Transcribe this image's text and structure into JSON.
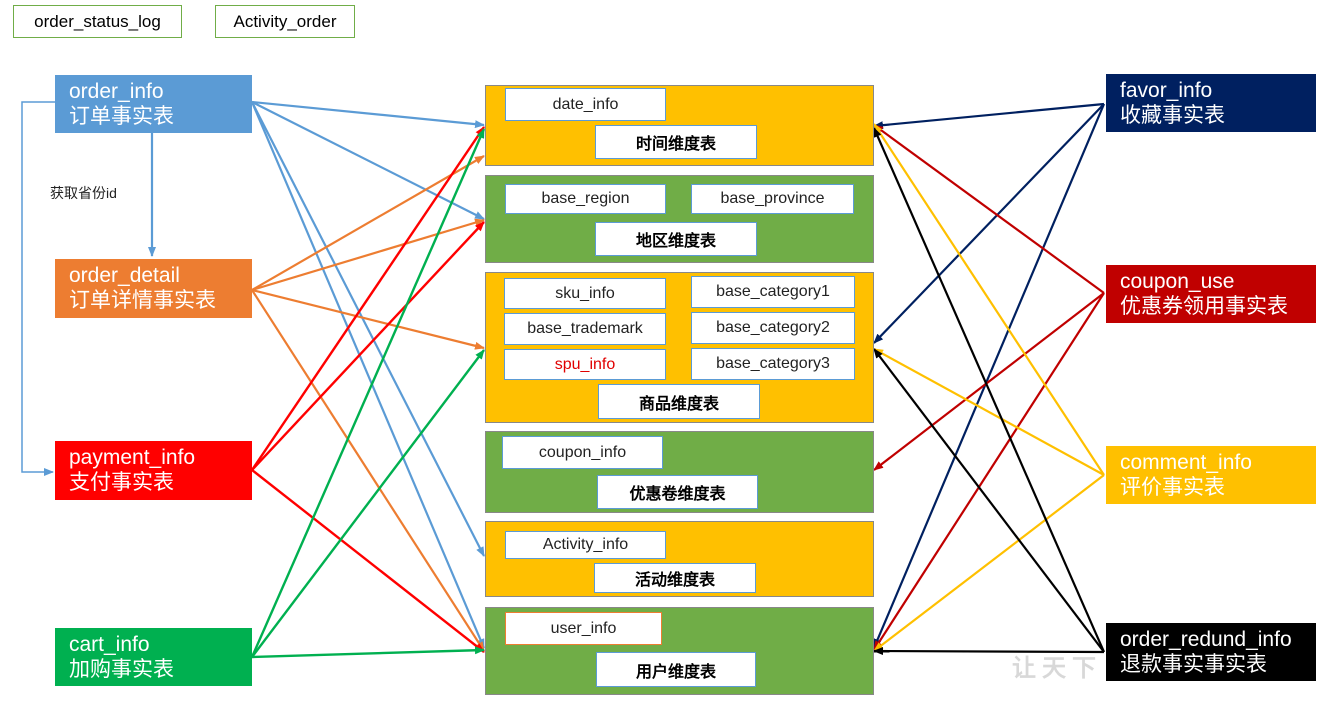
{
  "top_boxes": {
    "status_log": "order_status_log",
    "activity_order": "Activity_order"
  },
  "annotation": "获取省份id",
  "fact_tables": {
    "order_info": {
      "name": "order_info",
      "cn": "订单事实表",
      "color": "#5b9bd5"
    },
    "order_detail": {
      "name": "order_detail",
      "cn": "订单详情事实表",
      "color": "#ed7d31"
    },
    "payment_info": {
      "name": "payment_info",
      "cn": "支付事实表",
      "color": "#ff0000"
    },
    "cart_info": {
      "name": "cart_info",
      "cn": "加购事实表",
      "color": "#00b050"
    },
    "favor_info": {
      "name": "favor_info",
      "cn": "收藏事实表",
      "color": "#002060"
    },
    "coupon_use": {
      "name": "coupon_use",
      "cn": "优惠券领用事实表",
      "color": "#c00000"
    },
    "comment_info": {
      "name": "comment_info",
      "cn": "评价事实表",
      "color": "#ffc000"
    },
    "order_redund_info": {
      "name": "order_redund_info",
      "cn": "退款事实事实表",
      "color": "#000000"
    }
  },
  "dimensions": {
    "time": {
      "title": "时间维度表",
      "tables": [
        "date_info"
      ],
      "color": "#ffc000"
    },
    "region": {
      "title": "地区维度表",
      "tables": [
        "base_region",
        "base_province"
      ],
      "color": "#70ad47"
    },
    "product": {
      "title": "商品维度表",
      "tables": [
        "sku_info",
        "base_category1",
        "base_trademark",
        "base_category2",
        "spu_info",
        "base_category3"
      ],
      "color": "#ffc000"
    },
    "coupon": {
      "title": "优惠卷维度表",
      "tables": [
        "coupon_info"
      ],
      "color": "#70ad47"
    },
    "activity": {
      "title": "活动维度表",
      "tables": [
        "Activity_info"
      ],
      "color": "#ffc000"
    },
    "user": {
      "title": "用户维度表",
      "tables": [
        "user_info"
      ],
      "color": "#70ad47"
    }
  },
  "watermark": "让天下"
}
